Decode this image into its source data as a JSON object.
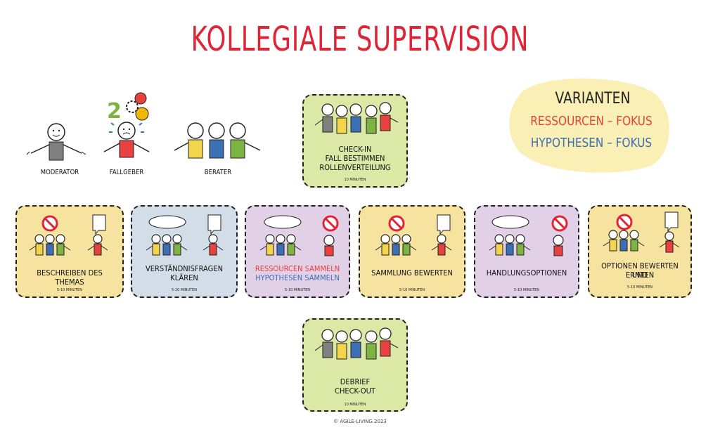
{
  "title": "KOLLEGIALE SUPERVISION",
  "roles": [
    {
      "label": "MODERATOR"
    },
    {
      "label": "FALLGEBER"
    },
    {
      "label": "BERATER"
    }
  ],
  "varianten": {
    "title": "VARIANTEN",
    "ressourcen": "RESSOURCEN – FOKUS",
    "hypothesen": "HYPOTHESEN – FOKUS",
    "ressourcen_color": "#e8413f",
    "hypothesen_color": "#3d6fb4"
  },
  "cards": {
    "checkin": {
      "lines": [
        "CHECK-IN",
        "FALL BESTIMMEN",
        "ROLLENVERTEILUNG"
      ],
      "duration": "10 MINUTEN",
      "color": "#dce9a6"
    },
    "beschreiben": {
      "text": "BESCHREIBEN DES THEMAS",
      "duration": "5-10 MINUTEN",
      "color": "#f7e3a0"
    },
    "verstaendnis": {
      "lines": [
        "VERSTÄNDNISFRAGEN",
        "KLÄREN"
      ],
      "duration": "5-10 MINUTEN",
      "color": "#d2dde8"
    },
    "ressourcen": {
      "line1": "RESSOURCEN SAMMELN",
      "line2": "HYPOTHESEN SAMMELN",
      "duration": "5-10 MINUTEN",
      "color": "#e2d0e6"
    },
    "sammlung": {
      "text": "SAMMLUNG BEWERTEN",
      "duration": "5-10 MINUTEN",
      "color": "#f7e3a0"
    },
    "handlung": {
      "text": "HANDLUNGSOPTIONEN",
      "duration": "5-10 MINUTEN",
      "color": "#e2d0e6"
    },
    "optionen": {
      "lines": [
        "OPTIONEN BEWERTEN UND",
        "ERNTEN"
      ],
      "duration": "5-10 MINUTEN",
      "color": "#f7e3a0"
    },
    "debrief": {
      "lines": [
        "DEBRIEF",
        "CHECK-OUT"
      ],
      "duration": "10 MINUTEN",
      "color": "#dce9a6"
    }
  },
  "copyright": "© AGILE-LIVING 2023"
}
